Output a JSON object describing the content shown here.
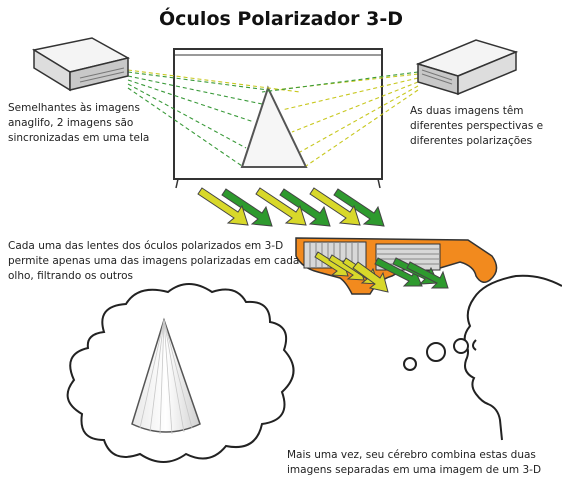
{
  "title": "Óculos Polarizador 3-D",
  "captions": {
    "left_top": "Semelhantes às imagens anaglifo, 2 imagens são sincronizadas em uma tela",
    "right_top": "As duas imagens têm diferentes perspectivas e diferentes polarizações",
    "middle": "Cada uma das lentes dos óculos polarizados em 3-D permite apenas uma das imagens polarizadas em cada olho, filtrando os outros",
    "bottom": "Mais uma vez, seu cérebro combina estas duas imagens separadas em uma imagem de um 3-D"
  },
  "colors": {
    "green_arrow": "#2e9a2e",
    "yellow_arrow": "#d8d82a",
    "glasses_frame": "#f28a1e",
    "green_ray": "#3a9a3a",
    "yellow_ray": "#c8c820"
  },
  "icons": [
    "projector-left-icon",
    "projector-right-icon",
    "screen-icon",
    "triangle-image-icon",
    "glasses-icon",
    "head-icon",
    "thought-cloud-icon",
    "cone-icon"
  ]
}
